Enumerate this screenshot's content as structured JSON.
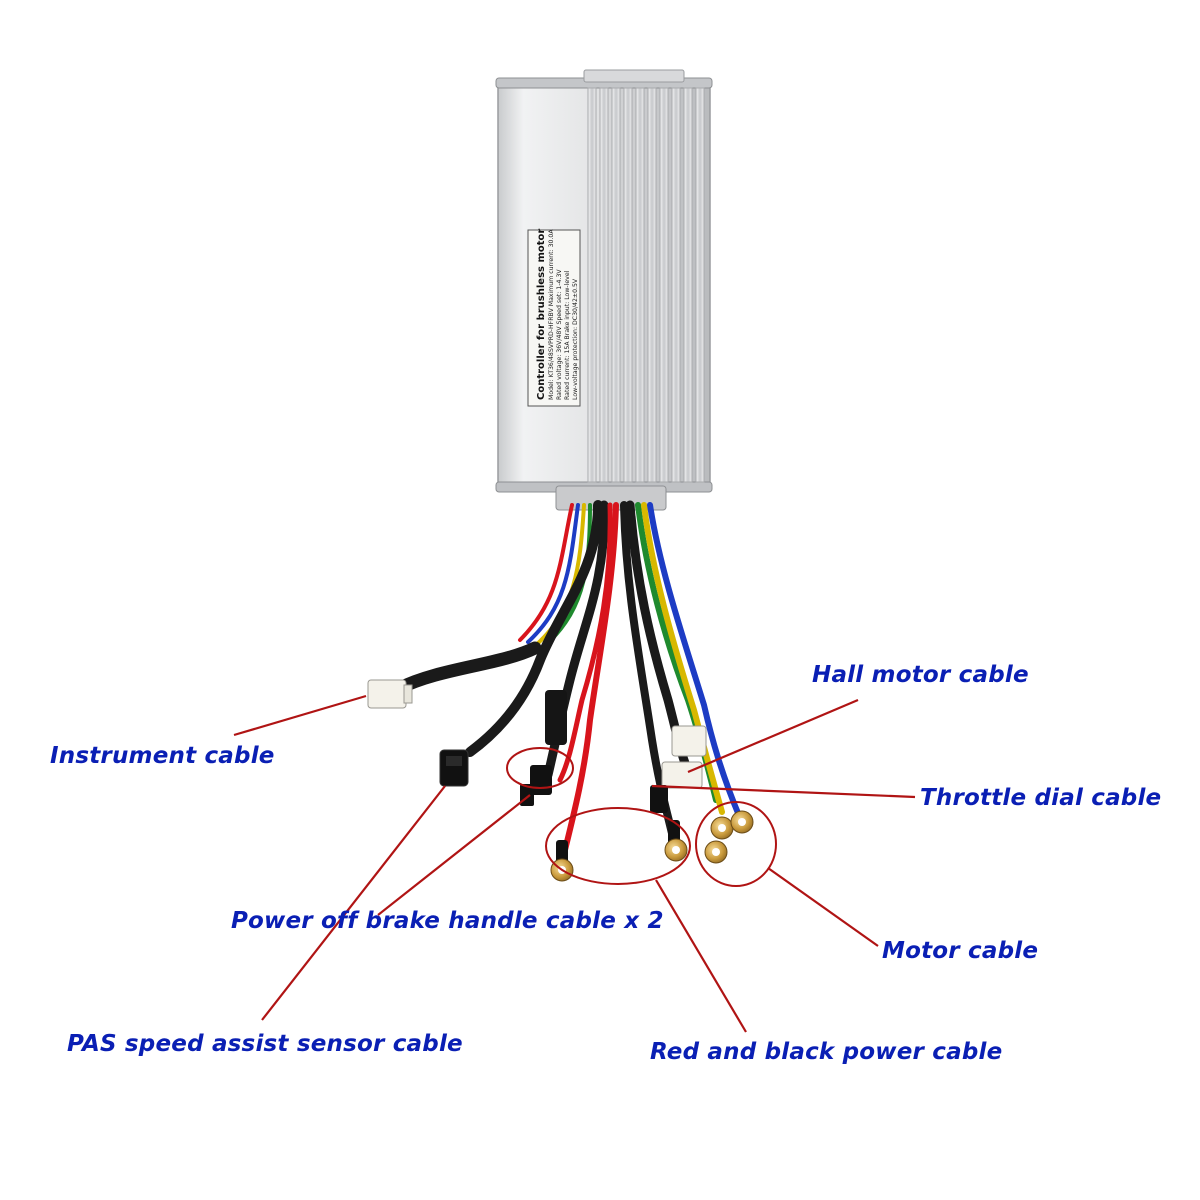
{
  "product_label": {
    "title": "Controller for brushless motor",
    "lines": [
      "Model: KT36/48SVPRD-HFRBV  Maximum current: 30.0A",
      "Rated voltage: 36V/48V    Speed set: 1-4.3V",
      "Rated current: 15A   Brake input: Low-level",
      "Low-voltage protection: DC30/42±0.5V"
    ]
  },
  "callouts": [
    {
      "id": "hall-motor-cable",
      "text": "Hall motor cable"
    },
    {
      "id": "instrument-cable",
      "text": "Instrument cable"
    },
    {
      "id": "throttle-dial-cable",
      "text": "Throttle dial cable"
    },
    {
      "id": "power-off-brake-handle-cable",
      "text": "Power off brake handle cable x 2"
    },
    {
      "id": "motor-cable",
      "text": "Motor cable"
    },
    {
      "id": "pas-speed-assist-sensor-cable",
      "text": "PAS speed assist sensor cable"
    },
    {
      "id": "red-and-black-power-cable",
      "text": "Red and black power cable"
    }
  ],
  "colors": {
    "label_text": "#0a1fb4",
    "leader_line": "#b01414",
    "housing": "#d9dadc",
    "wire_red": "#d8141c",
    "wire_black": "#111111",
    "wire_green": "#1f8a2e",
    "wire_blue": "#1d3cc4",
    "wire_yellow": "#d8b800"
  }
}
